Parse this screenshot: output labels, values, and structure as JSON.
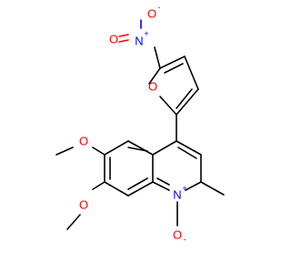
{
  "molecule": {
    "atom_colors": {
      "O": "#ff0000",
      "N": "#0000ff",
      "C": "#000000"
    },
    "labels": {
      "nitro_n": "N",
      "nitro_n_charge": "+",
      "nitro_o_top": "O",
      "nitro_o_top_charge": "-",
      "nitro_o_left": "O",
      "furan_o": "O",
      "methoxy6_o": "O",
      "methoxy7_o": "O",
      "quinoline_n": "N",
      "quinoline_n_charge": "+",
      "n_oxide_o": "O",
      "n_oxide_o_charge": "-"
    }
  }
}
